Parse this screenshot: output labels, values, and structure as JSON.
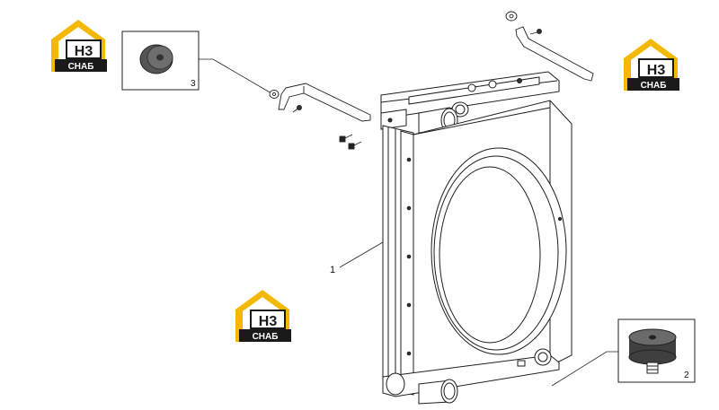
{
  "callouts": {
    "radiator": "1",
    "mount_pad": "2",
    "washer_pad": "3"
  },
  "logo": {
    "letters": "H3",
    "caption": "СНАБ",
    "accent_color": "#f5b800",
    "dark_color": "#1a1a1a"
  },
  "icons": [
    "radiator-assembly",
    "bracket-left",
    "bracket-right",
    "rubber-washer",
    "rubber-mount",
    "bolt",
    "washer"
  ]
}
